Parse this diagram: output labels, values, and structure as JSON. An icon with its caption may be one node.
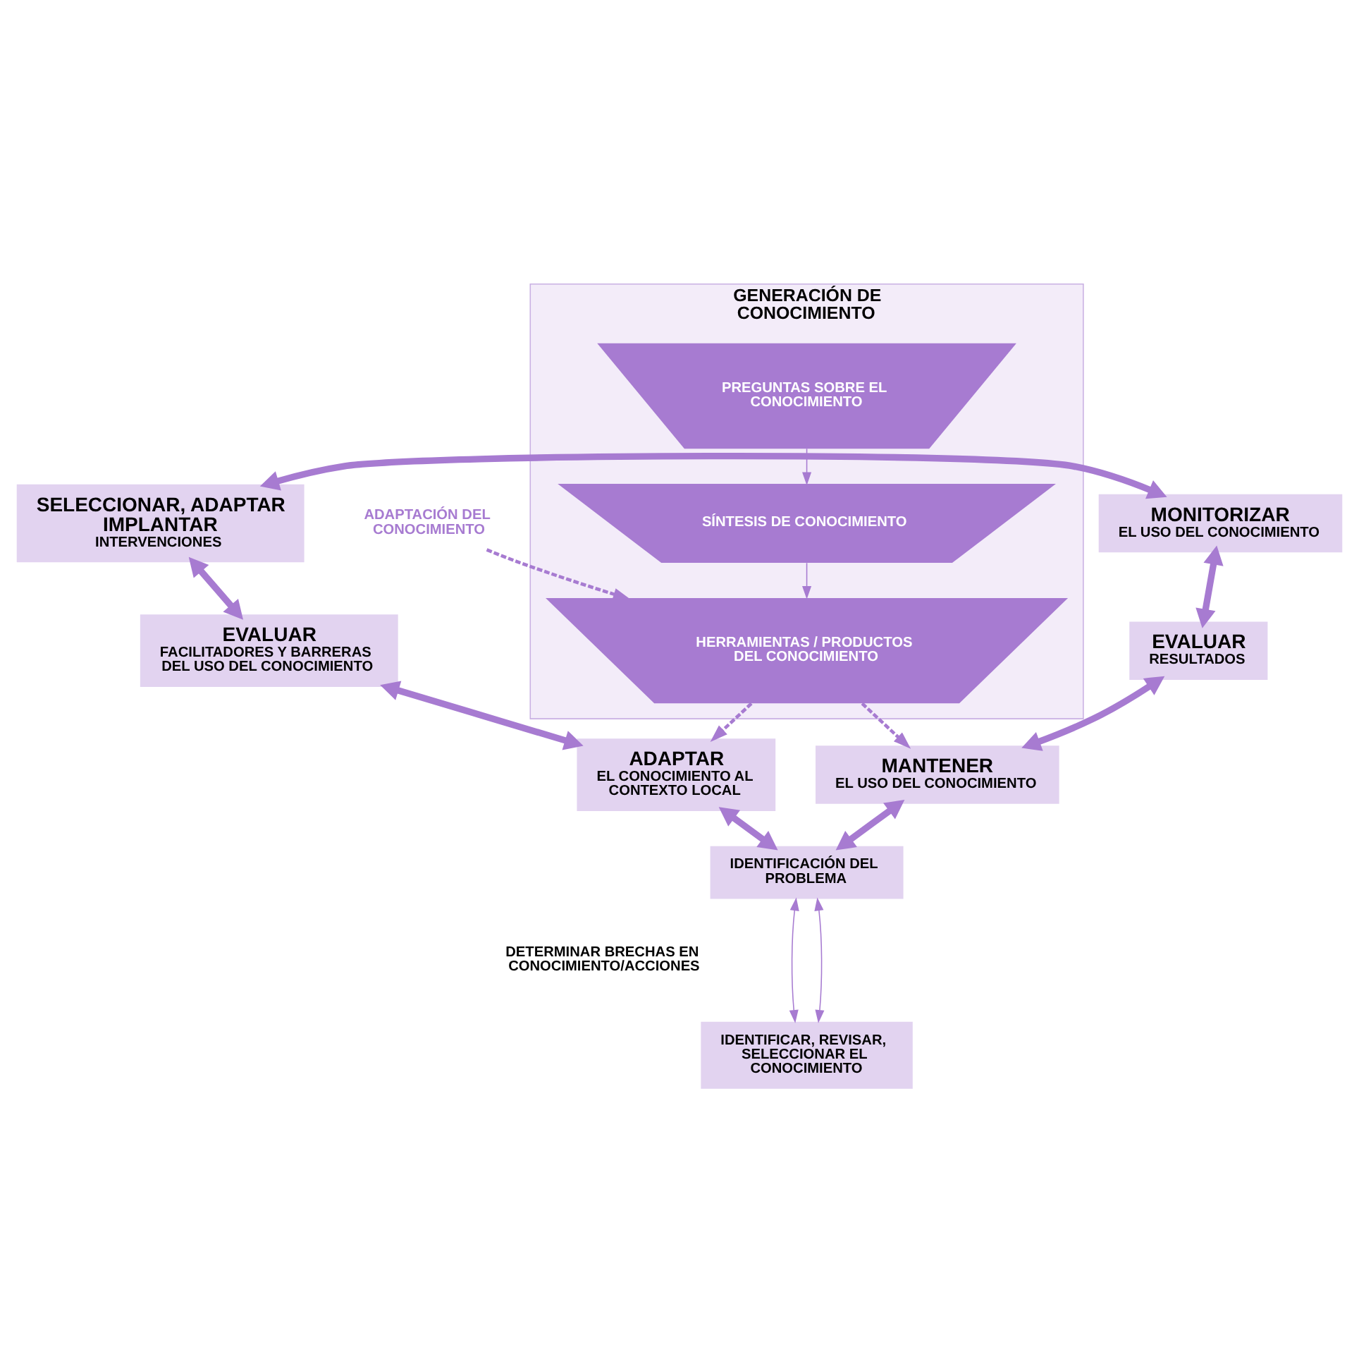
{
  "diagram": {
    "nodes": [
      {
        "text": [
          "SELECCIONAR, ADAPTAR IMPLANTAR",
          "INTERVENCIONES"
        ]
      },
      {
        "text": [
          "MONITORIZAR",
          "EL USO DEL CONOCIMIENTO"
        ]
      },
      {
        "text": [
          "EVALUAR",
          "FACILITADORES Y BARRERAS DEL USO DEL CONOCIMIENTO"
        ]
      },
      {
        "text": [
          "GENERACIÓN DE CONOCIMIENTO"
        ]
      },
      {
        "text": [
          "PREGUNTAS SOBRE EL CONOCIMIENTO"
        ],
        "in": 3
      },
      {
        "text": [
          "SÍNTESIS DE CONOCIMIENTO"
        ],
        "in": 3
      },
      {
        "text": [
          "HERRAMIENTAS / PRODUCTOS DEL CONOCIMIENTO"
        ],
        "in": 3
      },
      {
        "text": [
          "EVALUAR",
          "RESULTADOS"
        ]
      },
      {
        "text": [
          "ADAPTAR",
          "EL CONOCIMIENTO AL CONTEXTO LOCAL"
        ]
      },
      {
        "text": [
          "MANTENER",
          "EL USO DEL CONOCIMIENTO"
        ]
      },
      {
        "text": [
          "IDENTIFICACIÓN DEL PROBLEMA"
        ]
      },
      {
        "text": [
          "DETERMINAR BRECHAS EN CONOCIMIENTO/ACCIONES"
        ]
      },
      {
        "text": [
          "IDENTIFICAR, REVISAR, SELECCIONAR EL CONOCIMIENTO"
        ]
      },
      {
        "text": [
          "ADAPTACIÓN DEL CONOCIMIENTO"
        ]
      }
    ],
    "edges": [
      {
        "from": 0,
        "to": 1,
        "arrow": "both",
        "style": "thick"
      },
      {
        "from": 1,
        "to": 7,
        "arrow": "both",
        "style": "thick"
      },
      {
        "from": 7,
        "to": 9,
        "arrow": "both",
        "style": "thick"
      },
      {
        "from": 9,
        "to": 10,
        "arrow": "both",
        "style": "thick"
      },
      {
        "from": 10,
        "to": 8,
        "arrow": "both",
        "style": "thick"
      },
      {
        "from": 8,
        "to": 2,
        "arrow": "both",
        "style": "thick"
      },
      {
        "from": 2,
        "to": 0,
        "arrow": "both",
        "style": "thick"
      },
      {
        "from": 4,
        "to": 5,
        "arrow": "to"
      },
      {
        "from": 5,
        "to": 6,
        "arrow": "to"
      },
      {
        "from": 6,
        "to": 8,
        "arrow": "to",
        "style": "dashed"
      },
      {
        "from": 6,
        "to": 9,
        "arrow": "to",
        "style": "dashed"
      },
      {
        "from": 13,
        "to": 6,
        "arrow": "to",
        "style": "dashed"
      },
      {
        "from": 10,
        "to": 12,
        "arrow": "both"
      },
      {
        "from": 10,
        "to": 12,
        "arrow": "both"
      }
    ]
  }
}
